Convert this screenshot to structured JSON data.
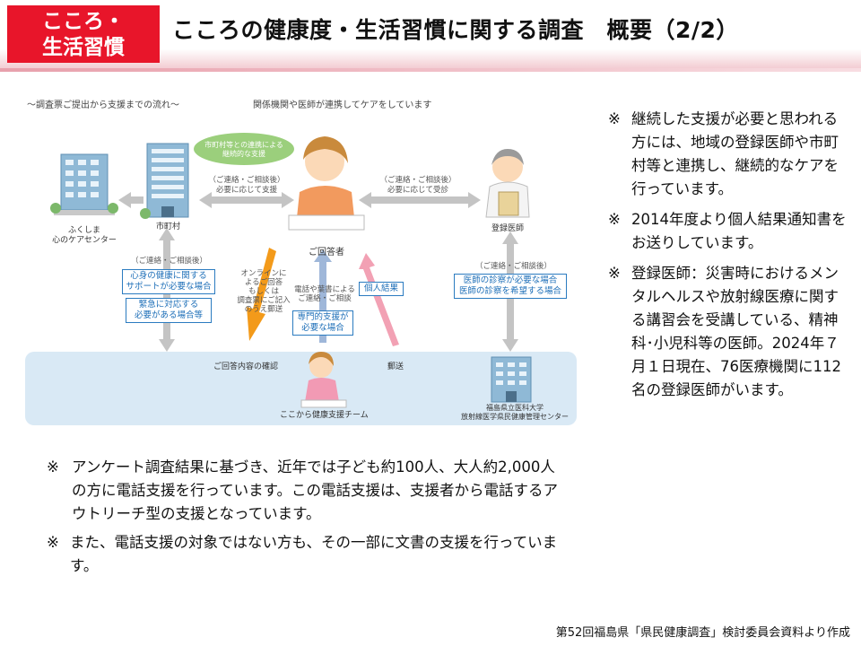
{
  "header": {
    "tag_line1": "こころ・",
    "tag_line2": "生活習慣",
    "title": "こころの健康度・生活習慣に関する調査　概要（2/2）"
  },
  "diagram": {
    "caption": "～調査票ご提出から支援までの流れ～",
    "caption2": "関係機関や医師が連携してケアをしています",
    "fukushima_center": [
      "ふくしま",
      "心のケアセンター"
    ],
    "municipality": "市町村",
    "respondent": "ご回答者",
    "registered_doctor": "登録医師",
    "bubble": [
      "市町村等との連携による",
      "継続的な支援"
    ],
    "arrow_left_label": [
      "（ご連絡・ご相談後）",
      "必要に応じて支援"
    ],
    "arrow_right_label": [
      "（ご連絡・ご相談後）",
      "必要に応じて受診"
    ],
    "left_vertical_label": "（ご連絡・ご相談後）",
    "left_box1": [
      "心身の健康に関する",
      "サポートが必要な場合"
    ],
    "left_box2": [
      "緊急に対応する",
      "必要がある場合等"
    ],
    "online_note": [
      "オンラインに",
      "よるご回答",
      "もしくは",
      "調査票にご記入",
      "のうえ郵送"
    ],
    "phone_note": [
      "電話や葉書による",
      "ご連絡・ご相談"
    ],
    "special_box": [
      "専門的支援が",
      "必要な場合"
    ],
    "result_box": "個人結果",
    "right_vertical_label": "（ご連絡・ご相談後）",
    "right_box": [
      "医師の診察が必要な場合",
      "医師の診察を希望する場合"
    ],
    "confirm_label": "ご回答内容の確認",
    "mail_label": "郵送",
    "team_label": "ここから健康支援チーム",
    "university": [
      "福島県立医科大学",
      "放射線医学県民健康管理センター"
    ]
  },
  "right_notes": [
    {
      "mark": "※",
      "text": "継続した支援が必要と思われる方には、地域の登録医師や市町村等と連携し、継続的なケアを行っています。"
    },
    {
      "mark": "※",
      "text": "2014年度より個人結果通知書をお送りしています。"
    },
    {
      "mark": "※",
      "text": "登録医師：災害時におけるメンタルヘルスや放射線医療に関する講習会を受講している、精神科･小児科等の医師。2024年７月１日現在、76医療機関に112名の登録医師がいます。"
    }
  ],
  "bottom_notes": [
    {
      "mark": "※",
      "text": "アンケート調査結果に基づき、近年では子ども約100人、大人約2,000人の方に電話支援を行っています。この電話支援は、支援者から電話するアウトリーチ型の支援となっています。"
    },
    {
      "mark": "※",
      "text": "また、電話支援の対象ではない方も、その一部に文書の支援を行っています。"
    }
  ],
  "source": "第52回福島県「県民健康調査」検討委員会資料より作成",
  "colors": {
    "tag_red": "#e8152a",
    "arrow_gray": "#c4c4c4",
    "arrow_pink": "#f2a1b4",
    "arrow_orange": "#f39a1a",
    "band_blue": "#d9e9f5",
    "box_blue": "#2b7bc0"
  }
}
